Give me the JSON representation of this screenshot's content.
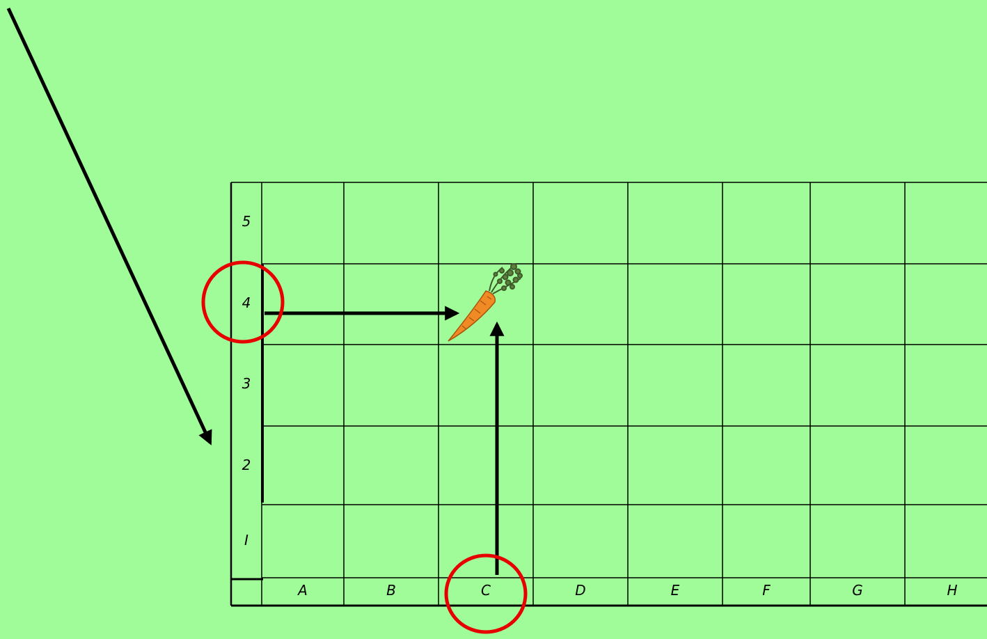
{
  "grid": {
    "columns": [
      "A",
      "B",
      "C",
      "D",
      "E",
      "F",
      "G",
      "H"
    ],
    "rows": [
      "5",
      "4",
      "3",
      "2",
      "I"
    ]
  },
  "carrot": {
    "cell": "C4",
    "column": "C",
    "row": "4"
  },
  "highlights": [
    {
      "target": "row-label",
      "label": "4"
    },
    {
      "target": "column-label",
      "label": "C"
    }
  ],
  "colors": {
    "background": "#9ffc98",
    "grid_line": "#000000",
    "highlight": "#e60000",
    "arrow": "#000000",
    "carrot_body": "#f08a24",
    "carrot_leaves": "#4f6b33"
  }
}
